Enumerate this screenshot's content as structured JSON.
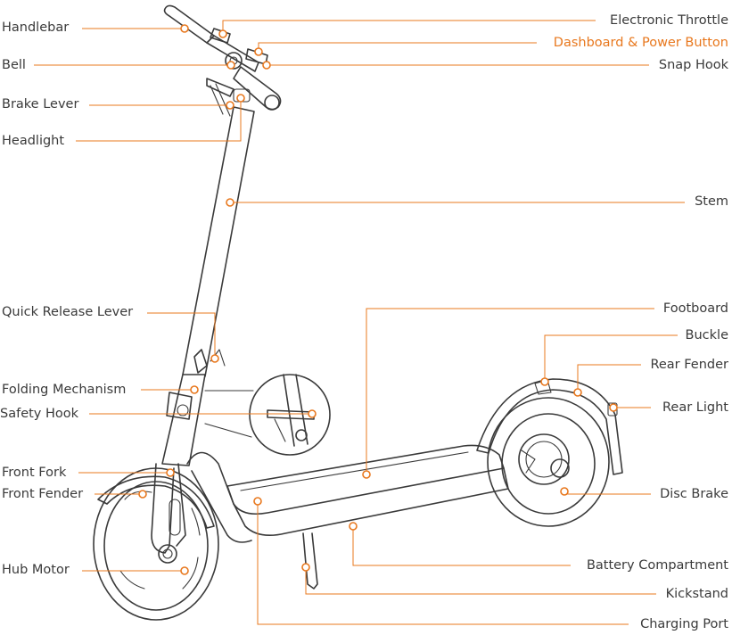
{
  "accent_color": "#e8781e",
  "text_color": "#3a3a3a",
  "highlighted_label": "Dashboard & Power Button",
  "labels_left": [
    {
      "id": "handlebar",
      "text": "Handlebar"
    },
    {
      "id": "bell",
      "text": "Bell"
    },
    {
      "id": "brake-lever",
      "text": "Brake Lever"
    },
    {
      "id": "headlight",
      "text": "Headlight"
    },
    {
      "id": "quick-release-lever",
      "text": "Quick Release Lever"
    },
    {
      "id": "folding-mechanism",
      "text": "Folding Mechanism"
    },
    {
      "id": "safety-hook",
      "text": "Safety Hook"
    },
    {
      "id": "front-fork",
      "text": "Front Fork"
    },
    {
      "id": "front-fender",
      "text": "Front Fender"
    },
    {
      "id": "hub-motor",
      "text": "Hub Motor"
    }
  ],
  "labels_right": [
    {
      "id": "electronic-throttle",
      "text": "Electronic Throttle"
    },
    {
      "id": "dashboard-power-button",
      "text": "Dashboard & Power Button"
    },
    {
      "id": "snap-hook",
      "text": "Snap Hook"
    },
    {
      "id": "stem",
      "text": "Stem"
    },
    {
      "id": "footboard",
      "text": "Footboard"
    },
    {
      "id": "buckle",
      "text": "Buckle"
    },
    {
      "id": "rear-fender",
      "text": "Rear Fender"
    },
    {
      "id": "rear-light",
      "text": "Rear Light"
    },
    {
      "id": "disc-brake",
      "text": "Disc Brake"
    },
    {
      "id": "battery-compartment",
      "text": "Battery Compartment"
    },
    {
      "id": "kickstand",
      "text": "Kickstand"
    },
    {
      "id": "charging-port",
      "text": "Charging Port"
    }
  ]
}
